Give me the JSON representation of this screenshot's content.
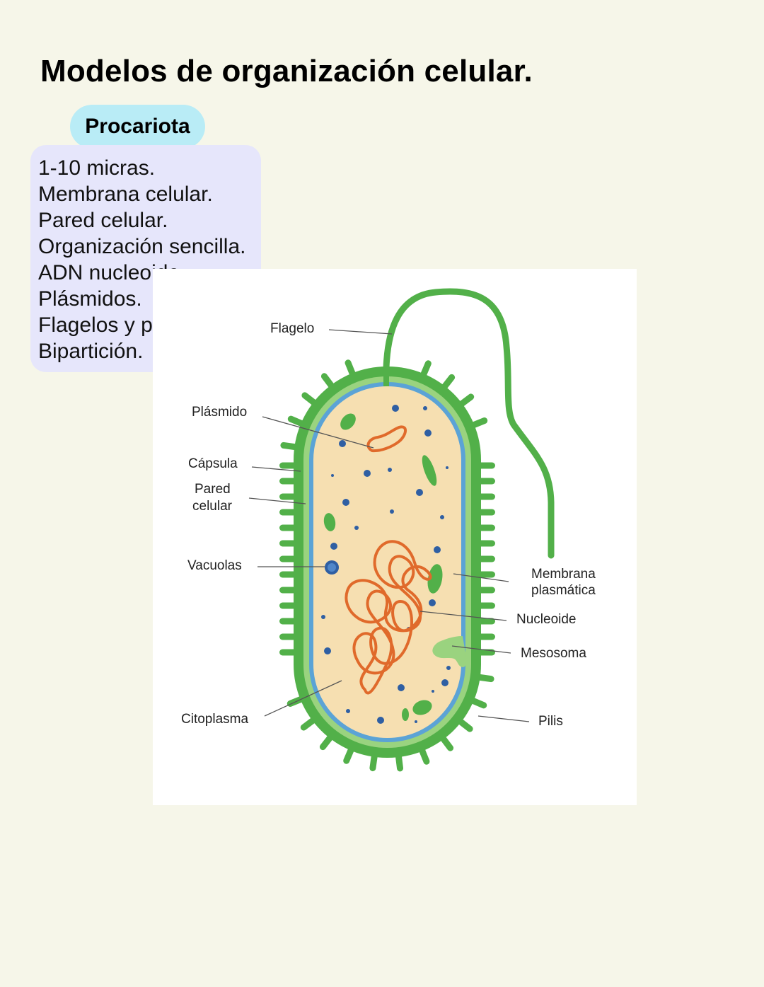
{
  "title": "Modelos de organización celular.",
  "tag": "Procariota",
  "features": [
    "1-10 micras.",
    "Membrana celular.",
    "Pared celular.",
    "Organización sencilla.",
    "ADN nucleoide.",
    "Plásmidos.",
    "Flagelos y pilis.",
    "Bipartición."
  ],
  "diagram": {
    "labels": {
      "flagelo": "Flagelo",
      "plasmido": "Plásmido",
      "capsula": "Cápsula",
      "pared_1": "Pared",
      "pared_2": "celular",
      "vacuolas": "Vacuolas",
      "citoplasma": "Citoplasma",
      "membrana_1": "Membrana",
      "membrana_2": "plasmática",
      "nucleoide": "Nucleoide",
      "mesosoma": "Mesosoma",
      "pilis": "Pilis"
    },
    "colors": {
      "capsule": "#52b049",
      "wall": "#9ad37f",
      "membrane": "#5ba3d6",
      "cytoplasm": "#f6dfb1",
      "dna": "#e06a2b",
      "granules": "#2f5fa3"
    }
  }
}
